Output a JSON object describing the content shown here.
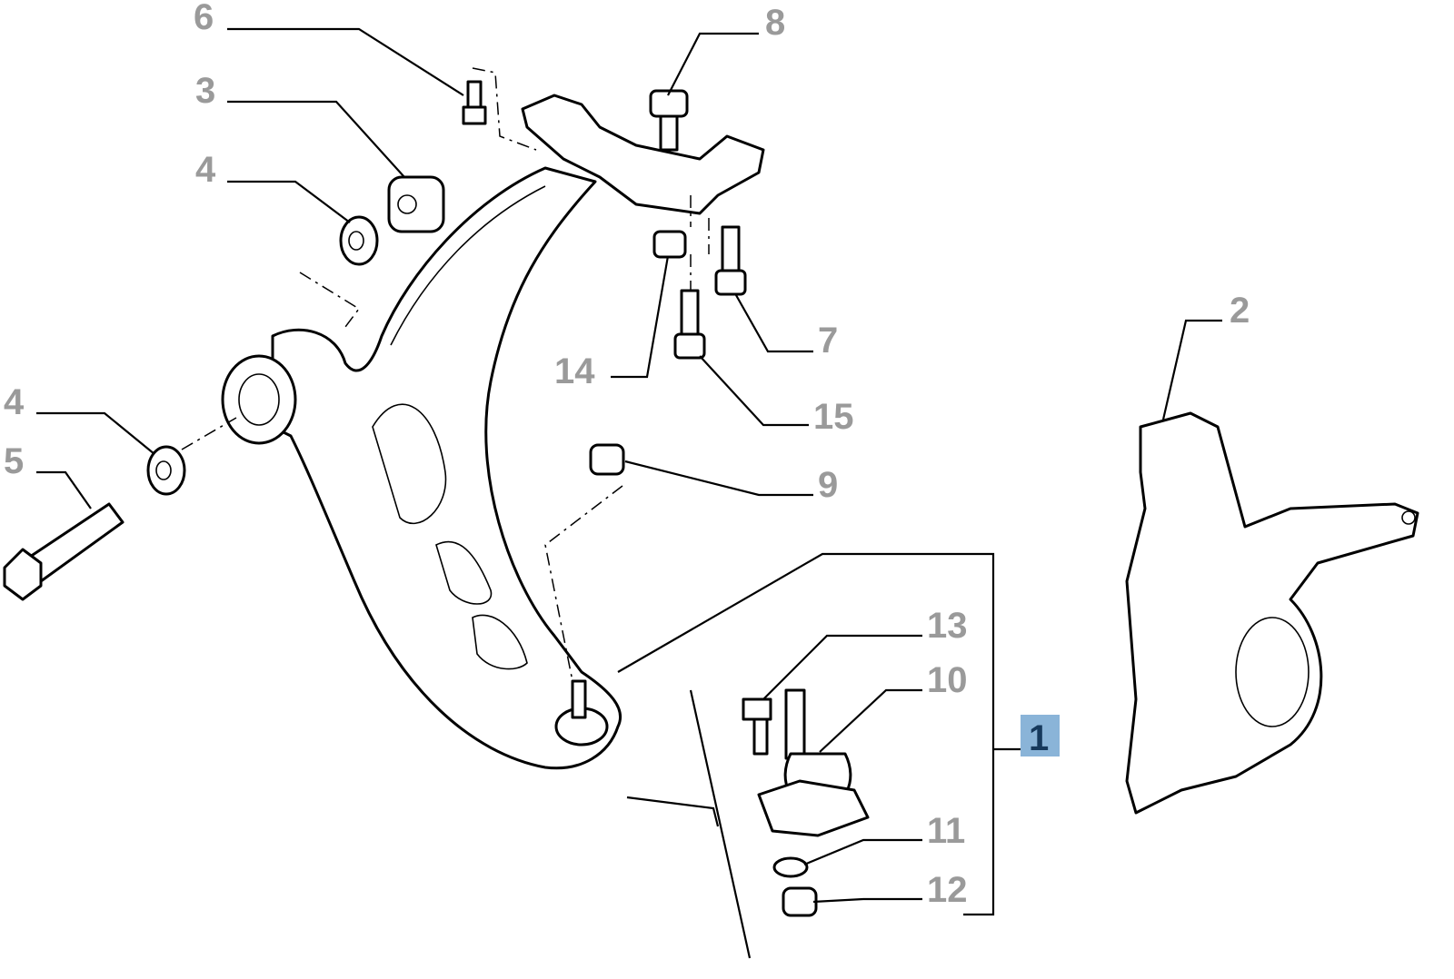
{
  "diagram": {
    "labels": {
      "l1": "1",
      "l2": "2",
      "l3": "3",
      "l4a": "4",
      "l4b": "4",
      "l5": "5",
      "l6": "6",
      "l7": "7",
      "l8": "8",
      "l9": "9",
      "l10": "10",
      "l11": "11",
      "l12": "12",
      "l13": "13",
      "l14": "14",
      "l15": "15"
    },
    "highlighted_label": "1",
    "colors": {
      "label": "#9a9a9a",
      "highlight": "#8ab4d8",
      "highlight_text": "#16395c"
    }
  }
}
